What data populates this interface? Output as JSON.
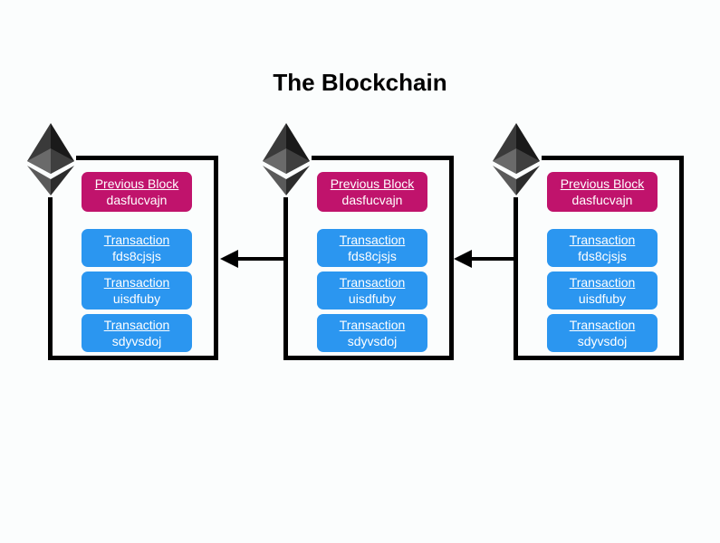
{
  "title": "The Blockchain",
  "blocks": [
    {
      "previous_label": "Previous Block",
      "previous_hash": "dasfucvajn",
      "transactions": [
        {
          "label": "Transaction",
          "id": "fds8cjsjs"
        },
        {
          "label": "Transaction",
          "id": "uisdfuby"
        },
        {
          "label": "Transaction",
          "id": "sdyvsdoj"
        }
      ]
    },
    {
      "previous_label": "Previous Block",
      "previous_hash": "dasfucvajn",
      "transactions": [
        {
          "label": "Transaction",
          "id": "fds8cjsjs"
        },
        {
          "label": "Transaction",
          "id": "uisdfuby"
        },
        {
          "label": "Transaction",
          "id": "sdyvsdoj"
        }
      ]
    },
    {
      "previous_label": "Previous Block",
      "previous_hash": "dasfucvajn",
      "transactions": [
        {
          "label": "Transaction",
          "id": "fds8cjsjs"
        },
        {
          "label": "Transaction",
          "id": "uisdfuby"
        },
        {
          "label": "Transaction",
          "id": "sdyvsdoj"
        }
      ]
    }
  ],
  "icons": {
    "block_icon": "ethereum-icon",
    "link_arrow": "arrow-left-icon"
  },
  "colors": {
    "previous_block": "#c0136c",
    "transaction": "#2b96f0",
    "border": "#000000"
  }
}
